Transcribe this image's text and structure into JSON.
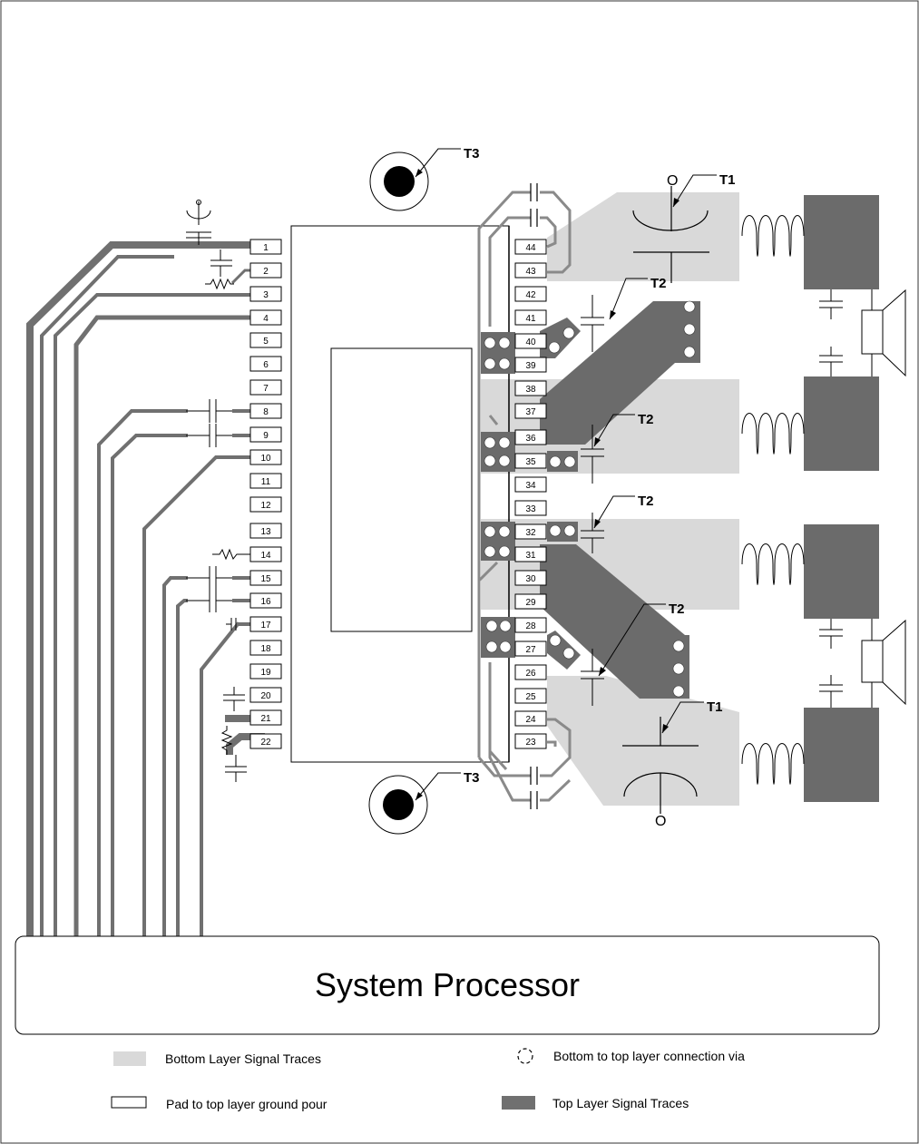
{
  "left_pins": [
    "1",
    "2",
    "3",
    "4",
    "5",
    "6",
    "7",
    "8",
    "9",
    "10",
    "11",
    "12",
    "13",
    "14",
    "15",
    "16",
    "17",
    "18",
    "19",
    "20",
    "21",
    "22"
  ],
  "right_pins": [
    "44",
    "43",
    "42",
    "41",
    "40",
    "39",
    "38",
    "37",
    "36",
    "35",
    "34",
    "33",
    "32",
    "31",
    "30",
    "29",
    "28",
    "27",
    "26",
    "25",
    "24",
    "23"
  ],
  "callouts": {
    "t3_top": "T3",
    "t3_bottom": "T3",
    "t1_top": "T1",
    "t1_bottom": "T1",
    "t2_a": "T2",
    "t2_b": "T2",
    "t2_c": "T2",
    "t2_d": "T2"
  },
  "antenna_labels": {
    "top": "O",
    "bottom": "O"
  },
  "processor": {
    "title": "System Processor"
  },
  "legend": {
    "bottom_traces": "Bottom Layer Signal Traces",
    "via": "Bottom to top layer connection via",
    "pad": "Pad to top layer ground pour",
    "top_traces": "Top Layer Signal Traces"
  },
  "colors": {
    "top_trace": "#707070",
    "bottom_trace": "#d9d9d9",
    "block": "#6b6b6b",
    "ground_pour": "#ffffff"
  }
}
